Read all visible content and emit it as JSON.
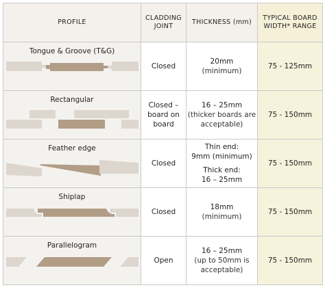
{
  "headers": {
    "profile": "PROFILE",
    "joint": "CLADDING JOINT",
    "thickness": "THICKNESS (mm)",
    "typical": "TYPICAL BOARD WIDTH* RANGE"
  },
  "rows": [
    {
      "profile": "Tongue & Groove (T&G)",
      "joint": "Closed",
      "thickness": "20mm",
      "thickness_note": "(minimum)",
      "range": "75 - 125mm",
      "icon": "tongue-groove-profile"
    },
    {
      "profile": "Rectangular",
      "joint": "Closed – board on board",
      "thickness": "16 – 25mm",
      "thickness_note": "(thicker boards are acceptable)",
      "range": "75 - 150mm",
      "icon": "rectangular-profile"
    },
    {
      "profile": "Feather edge",
      "joint": "Closed",
      "thickness_thin_label": "Thin end:",
      "thickness_thin": "9mm (minimum)",
      "thickness_thick_label": "Thick end:",
      "thickness_thick": "16 – 25mm",
      "range": "75 - 150mm",
      "icon": "feather-edge-profile"
    },
    {
      "profile": "Shiplap",
      "joint": "Closed",
      "thickness": "18mm",
      "thickness_note": "(minimum)",
      "range": "75 - 150mm",
      "icon": "shiplap-profile"
    },
    {
      "profile": "Parallelogram",
      "joint": "Open",
      "thickness": "16 – 25mm",
      "thickness_note": "(up to 50mm is acceptable)",
      "range": "75 - 150mm",
      "icon": "parallelogram-profile"
    }
  ],
  "colors": {
    "board_light": "#ddd6cf",
    "board_main": "#b29d86",
    "header_bg": "#f4f1ec",
    "typical_bg": "#f7f2dc"
  }
}
